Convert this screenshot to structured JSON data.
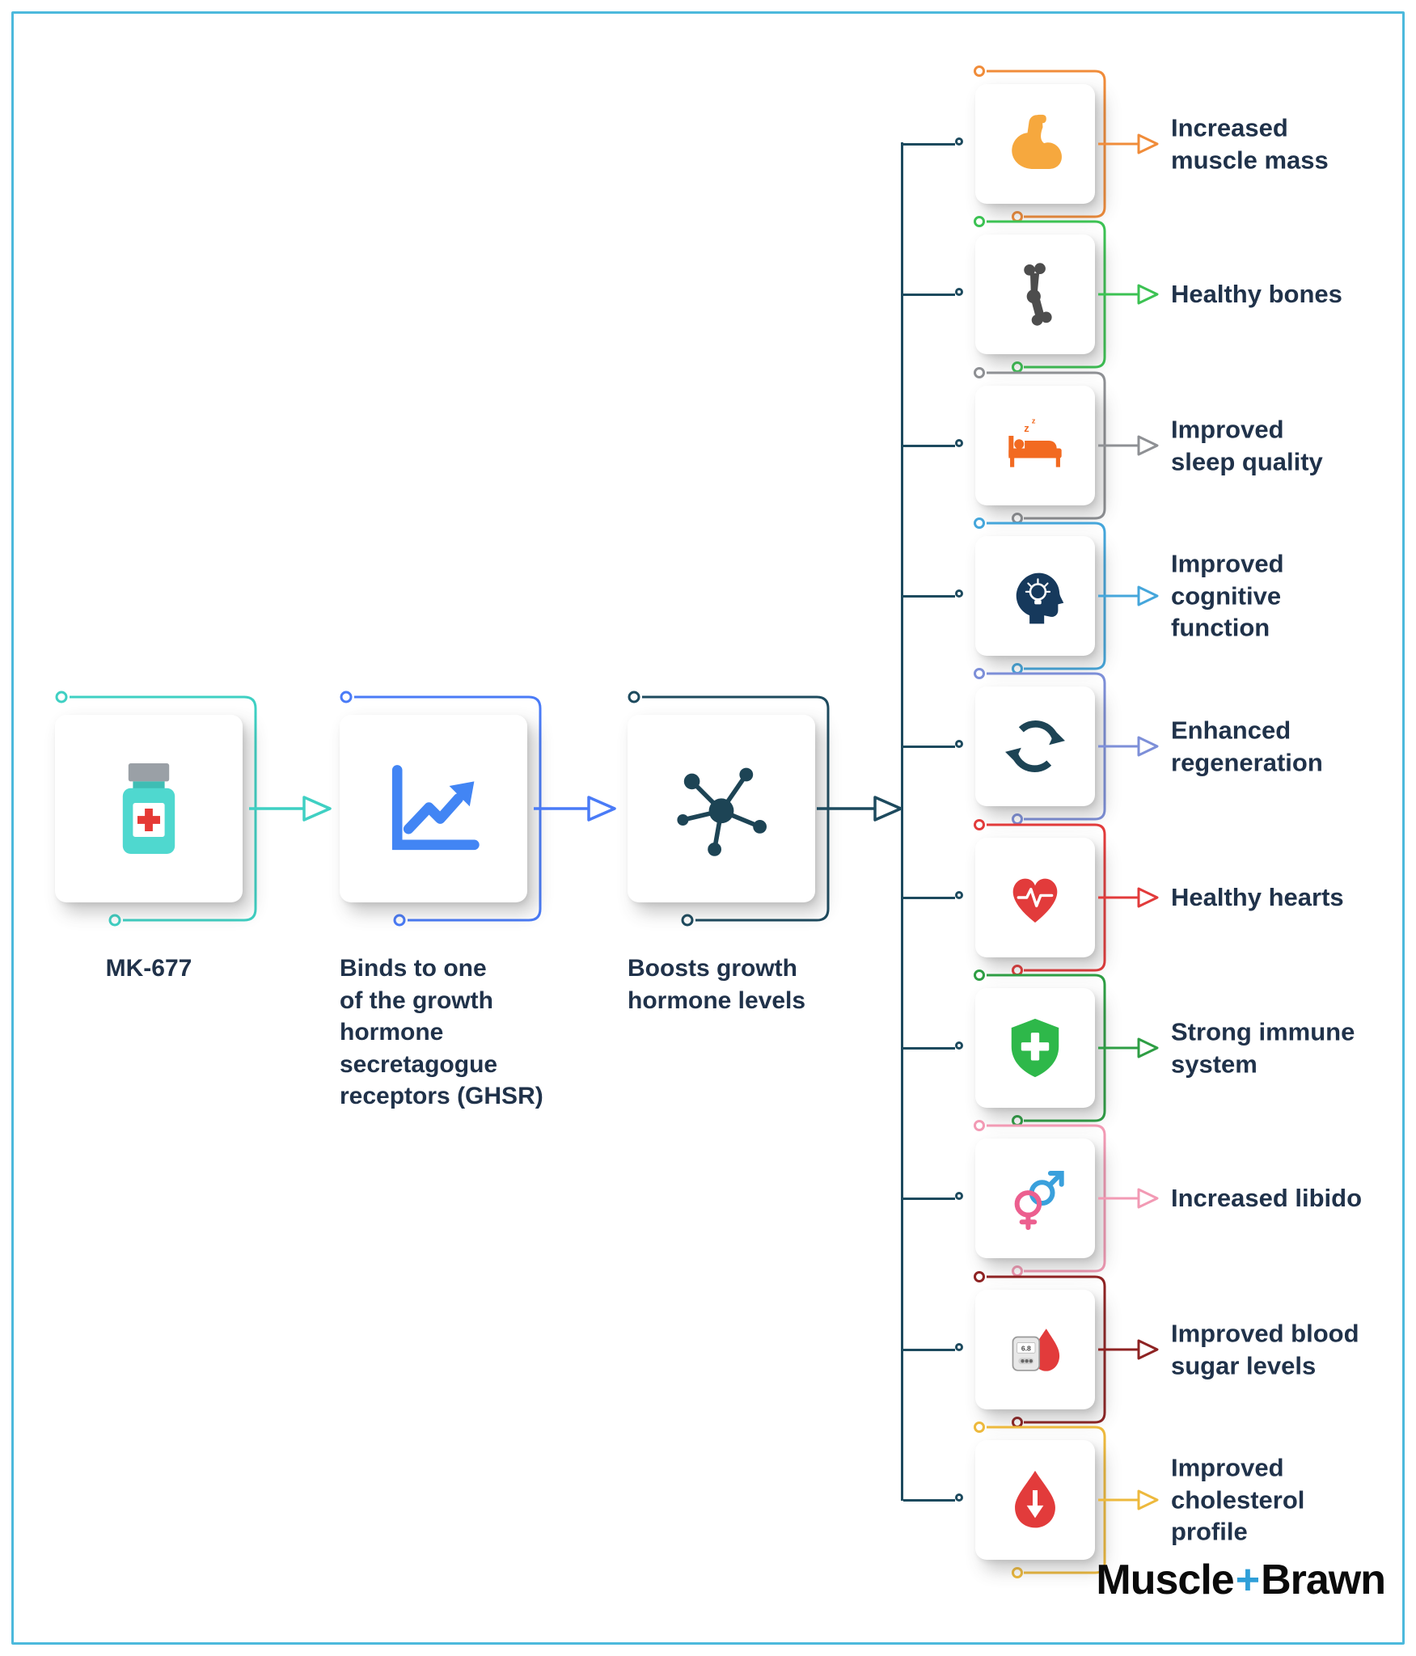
{
  "flow": {
    "steps": [
      {
        "caption": "MK-677",
        "icon": "pill-bottle-icon",
        "accent": "#3fd0c3",
        "icon_color": "#4fd8cf"
      },
      {
        "caption": "Binds to one\nof the growth\nhormone\nsecretagogue\nreceptors (GHSR)",
        "icon": "growth-chart-icon",
        "accent": "#4a7bf7",
        "icon_color": "#4285f4"
      },
      {
        "caption": "Boosts growth\nhormone levels",
        "icon": "molecule-icon",
        "accent": "#1d4a5e",
        "icon_color": "#1d4455"
      }
    ]
  },
  "connectors": {
    "trunk_color": "#1d4a5e"
  },
  "benefits": [
    {
      "label": "Increased\nmuscle mass",
      "icon": "muscle-icon",
      "accent": "#f08c3a",
      "icon_color": "#f6a83e"
    },
    {
      "label": "Healthy bones",
      "icon": "bone-joint-icon",
      "accent": "#3cc253",
      "icon_color": "#4d4d4d"
    },
    {
      "label": "Improved\nsleep quality",
      "icon": "sleep-icon",
      "accent": "#8e9094",
      "icon_color": "#f26a21",
      "icon_text": "z"
    },
    {
      "label": "Improved\ncognitive\nfunction",
      "icon": "cognitive-icon",
      "accent": "#45a6db",
      "icon_color": "#16395c"
    },
    {
      "label": "Enhanced\nregeneration",
      "icon": "regeneration-icon",
      "accent": "#7d8fd8",
      "icon_color": "#1d4455"
    },
    {
      "label": "Healthy hearts",
      "icon": "heart-ecg-icon",
      "accent": "#e23b3b",
      "icon_color": "#e23b3b"
    },
    {
      "label": "Strong immune\nsystem",
      "icon": "immune-shield-icon",
      "accent": "#2e9e44",
      "icon_color": "#2eb84a"
    },
    {
      "label": "Increased libido",
      "icon": "gender-icon",
      "accent": "#f29ab4",
      "icon_color": "#ec5f8f"
    },
    {
      "label": "Improved blood\nsugar levels",
      "icon": "glucose-meter-icon",
      "accent": "#8e2323",
      "icon_color": "#e23b3b",
      "icon_text": "6.8"
    },
    {
      "label": "Improved\ncholesterol\nprofile",
      "icon": "cholesterol-drop-icon",
      "accent": "#edb93d",
      "icon_color": "#e23b3b"
    }
  ],
  "logo": {
    "muscle": "Muscle",
    "plus": "+",
    "brawn": "Brawn"
  }
}
